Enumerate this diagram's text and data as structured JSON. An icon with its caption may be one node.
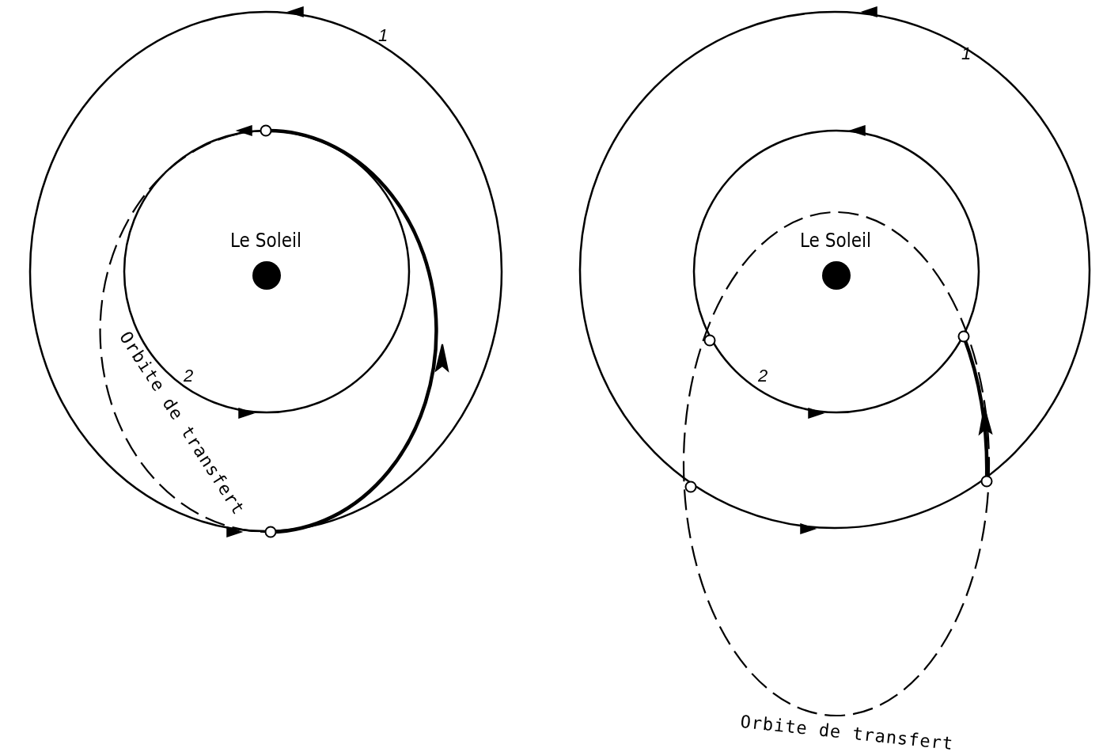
{
  "diagram": {
    "nodes": [
      {
        "text": [
          "Le Soleil"
        ]
      },
      {
        "text": [
          "Le Soleil"
        ]
      }
    ],
    "labels": [
      "1",
      "2",
      "Orbite de transfert",
      "1",
      "2",
      "Orbite de transfert"
    ]
  }
}
